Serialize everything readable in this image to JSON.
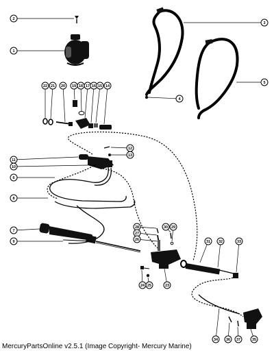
{
  "caption": "MercuryPartsOnline v2.5.1 (Image Copyright- Mercury Marine)",
  "callouts": [
    "2",
    "1",
    "3",
    "4",
    "5",
    "22",
    "21",
    "20",
    "19",
    "18",
    "17",
    "16",
    "15",
    "14",
    "12",
    "13",
    "11",
    "10",
    "6",
    "8",
    "7",
    "9",
    "28",
    "27",
    "26",
    "30",
    "29",
    "31",
    "32",
    "33",
    "24",
    "25",
    "23",
    "34",
    "36",
    "37",
    "35"
  ]
}
